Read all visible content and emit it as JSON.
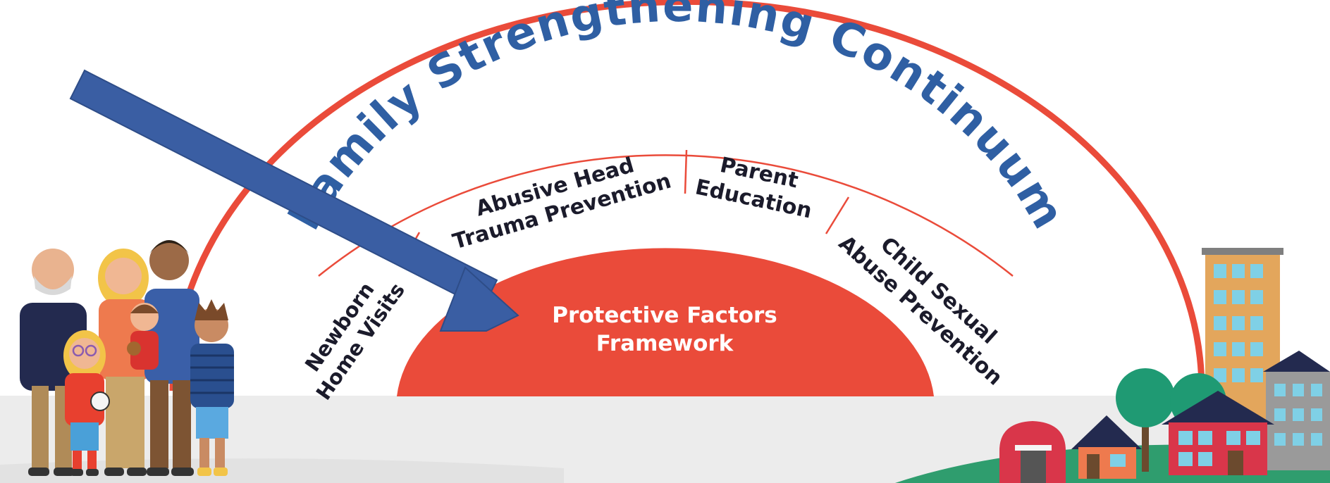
{
  "title": "Family Strengthening Continuum",
  "center": {
    "line1": "Protective Factors",
    "line2": "Framework"
  },
  "segments": [
    {
      "line1": "Newborn",
      "line2": "Home Visits"
    },
    {
      "line1": "Abusive Head",
      "line2": "Trauma Prevention"
    },
    {
      "line1": "Parent",
      "line2": "Education"
    },
    {
      "line1": "Child Sexual",
      "line2": "Abuse Prevention"
    }
  ],
  "colors": {
    "arc": "#ea4b3a",
    "title": "#2f5fa3",
    "arrow": "#3a5ea3",
    "ground": "#ececec",
    "hill": "#2f9d6e"
  }
}
